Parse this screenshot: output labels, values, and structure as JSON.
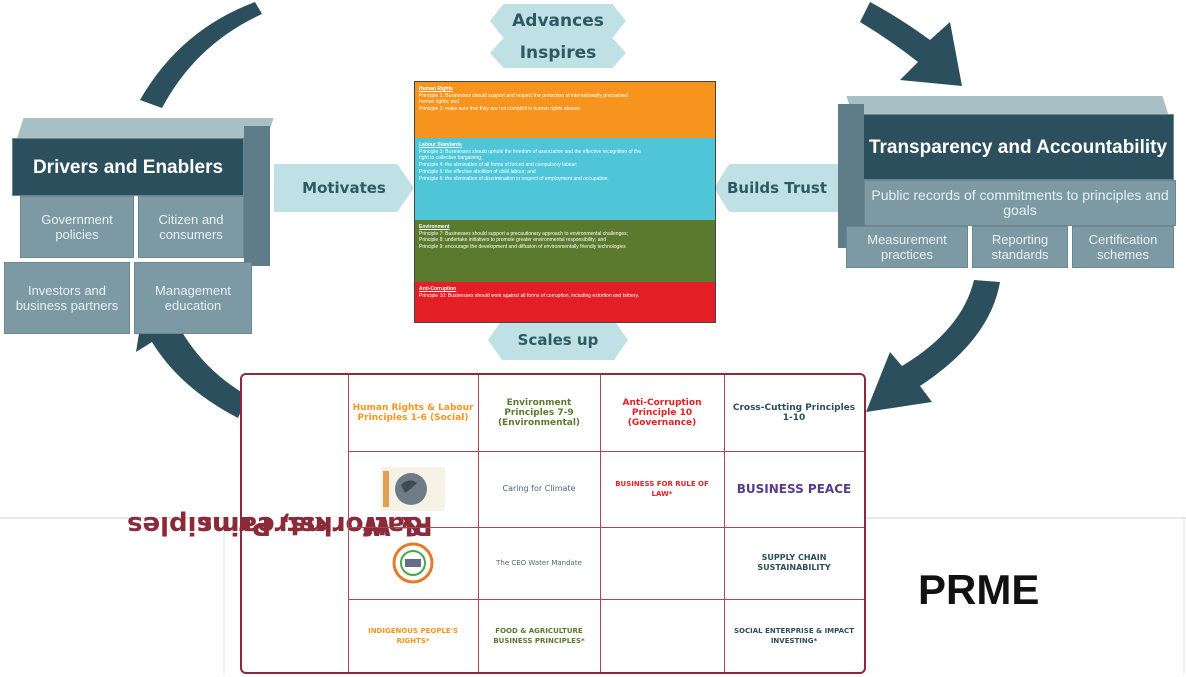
{
  "colors": {
    "cycle_arrow": "#2b4f5c",
    "tag": "#bfe0e4",
    "human_rights": "#f7941d",
    "labour": "#4ec6d8",
    "environment": "#5b7a2e",
    "anti_corruption": "#e31e24",
    "platform_border": "#8b2b3a"
  },
  "tags": {
    "advances": "Advances",
    "inspires": "Inspires",
    "motivates": "Motivates",
    "builds_trust": "Builds Trust",
    "scales_up": "Scales up"
  },
  "drivers": {
    "title": "Drivers and Enablers",
    "items": [
      "Government policies",
      "Citizen and consumers",
      "Investors and business partners",
      "Management education"
    ]
  },
  "transparency": {
    "title": "Transparency and Accountability",
    "subtitle": "Public records of commitments to principles and goals",
    "items": [
      "Measurement practices",
      "Reporting standards",
      "Certification schemes"
    ]
  },
  "principles": {
    "human_rights": {
      "heading": "Human Rights",
      "lines": [
        "Principle 1: Businesses should support and respect the protection of internationally proclaimed",
        "human rights; and",
        "Principle 2: make sure that they are not complicit in human rights abuses."
      ]
    },
    "labour": {
      "heading": "Labour Standards",
      "lines": [
        "Principle 3: Businesses should uphold the freedom of association and the effective recognition of the",
        "right to collective bargaining;",
        "Principle 4: the elimination of all forms of forced and compulsory labour;",
        "Principle 5: the effective abolition of child labour; and",
        "Principle 6: the elimination of discrimination in respect of employment and occupation."
      ]
    },
    "environment": {
      "heading": "Environment",
      "lines": [
        "Principle 7: Businesses should support a precautionary approach to environmental challenges;",
        "Principle 8: undertake initiatives to promote greater environmental responsibility; and",
        "Principle 9: encourage the development and diffusion of environmentally friendly technologies"
      ]
    },
    "anti_corruption": {
      "heading": "Anti-Corruption",
      "lines": [
        "Principle 10: Businesses should work against all forms of corruption, including extortion and bribery."
      ]
    }
  },
  "platforms": {
    "title_line1": "Platforms, Principles",
    "title_line2": "& Workstreams",
    "headers": [
      {
        "text": "Human Rights & Labour Principles 1-6 (Social)",
        "color": "#f7941d"
      },
      {
        "text": "Environment Principles 7-9 (Environmental)",
        "color": "#5b7a2e"
      },
      {
        "text": "Anti-Corruption Principle 10 (Governance)",
        "color": "#e31e24"
      },
      {
        "text": "Cross-Cutting Principles 1-10",
        "color": "#2b4f5c"
      }
    ],
    "row2": [
      "",
      "Caring for Climate",
      "BUSINESS FOR RULE OF LAW*",
      "BUSINESS PEACE"
    ],
    "row3": [
      "",
      "The CEO Water Mandate",
      "",
      "SUPPLY CHAIN SUSTAINABILITY"
    ],
    "row4": [
      "INDIGENOUS PEOPLE'S RIGHTS*",
      "FOOD & AGRICULTURE BUSINESS PRINCIPLES*",
      "",
      "SOCIAL ENTERPRISE & IMPACT INVESTING*"
    ]
  },
  "brand": {
    "prme": "PRME"
  }
}
